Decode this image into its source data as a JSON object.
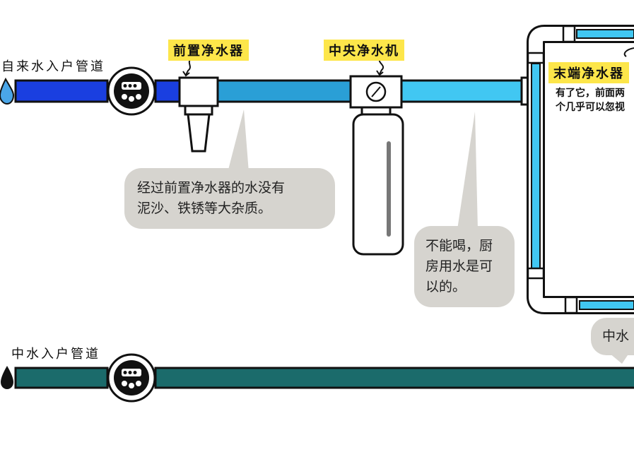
{
  "pipes": {
    "tap_water_label": "自来水入户管道",
    "reclaimed_water_label": "中水入户管道"
  },
  "devices": {
    "pre_filter": "前置净水器",
    "central_purifier": "中央净水机",
    "terminal_purifier": "末端净水器"
  },
  "notes": {
    "pre_filter_line1": "经过前置净水器的水没有",
    "pre_filter_line2": "泥沙、铁锈等大杂质。",
    "central_line1": "不能喝，厨",
    "central_line2": "房用水是可",
    "central_line3": "以的。",
    "terminal_line1": "有了它，前面两",
    "terminal_line2": "个几乎可以忽视",
    "reclaimed_note": "中水"
  },
  "colors": {
    "tap_pipe_dark": "#1a3fe0",
    "pipe_mid": "#2a9fd6",
    "pipe_light": "#41c7f2",
    "reclaimed_pipe": "#1b6b6b",
    "label_bg": "#fde64a",
    "bubble_bg": "#d6d4cf"
  }
}
